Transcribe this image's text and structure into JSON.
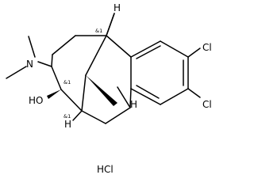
{
  "molecule": {
    "atoms": {
      "h_top": "H",
      "n": "N",
      "cl_top": "Cl",
      "cl_bottom": "Cl",
      "ho": "HO",
      "h_right": "H",
      "h_bottom": "H"
    },
    "stereo_labels": {
      "top": "&1",
      "middle": "&1",
      "bottom": "&1"
    },
    "salt": "HCl"
  }
}
